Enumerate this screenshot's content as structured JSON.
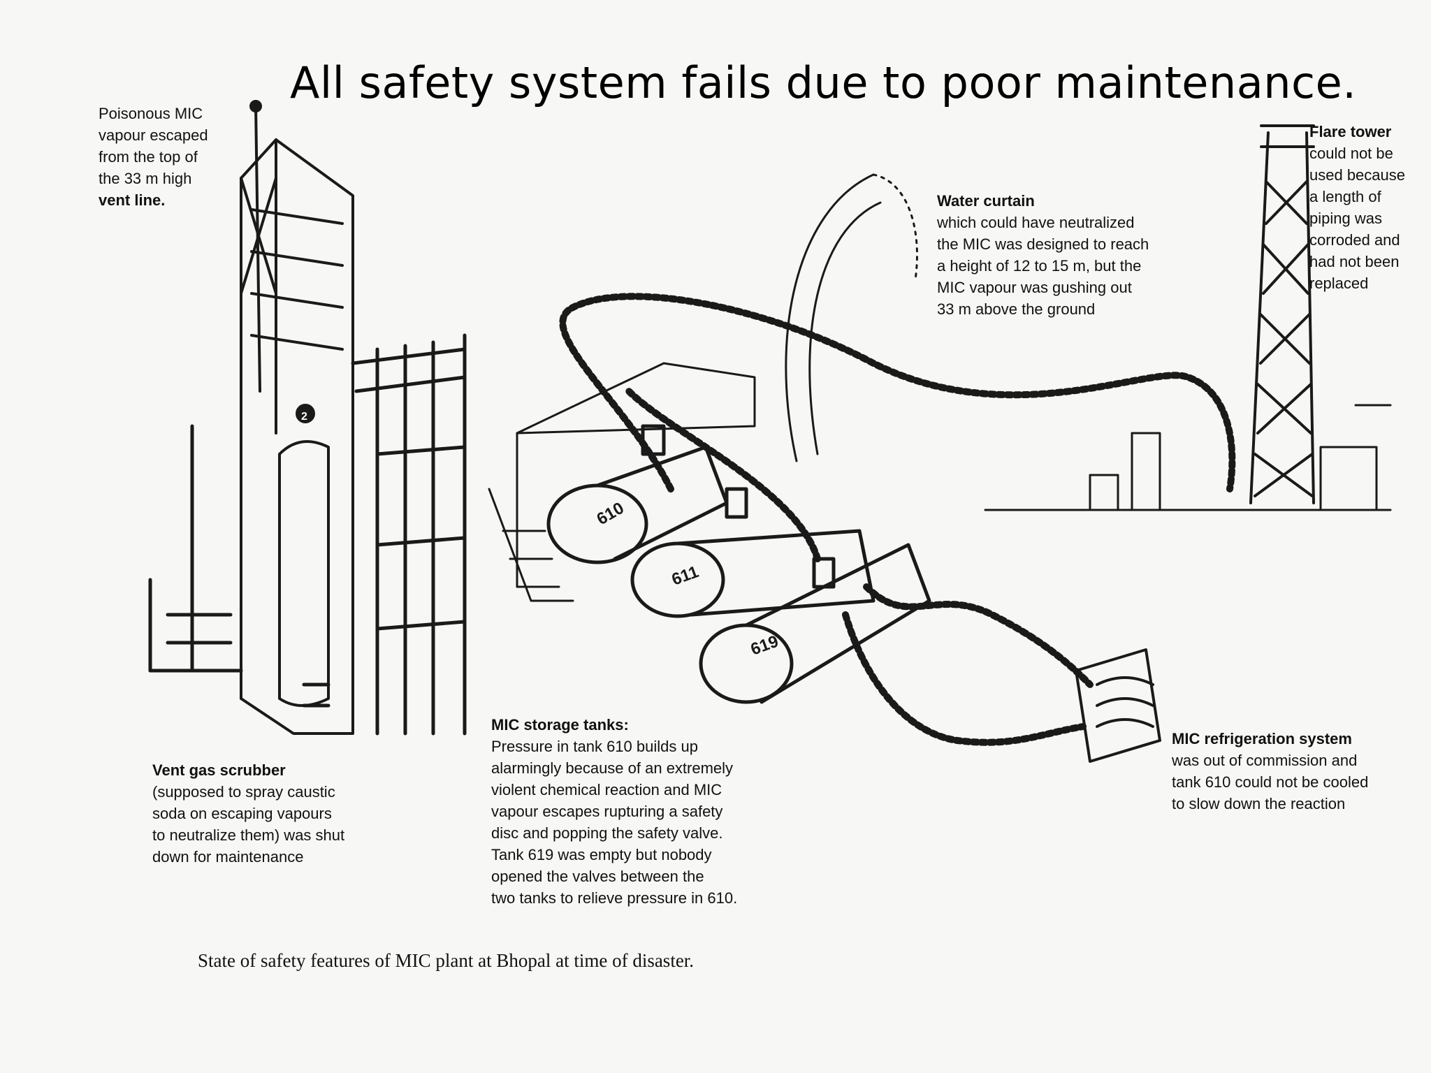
{
  "title": "All safety system fails due to poor maintenance.",
  "callouts": {
    "vent_line": {
      "lines": [
        "Poisonous MIC",
        "vapour escaped",
        "from the top of",
        "the 33 m high",
        "vent line."
      ]
    },
    "water_curtain": {
      "heading": "Water curtain",
      "lines": [
        "which could have neutralized",
        "the MIC was designed to reach",
        "a height of 12 to 15 m, but the",
        "MIC vapour was gushing out",
        "33 m above the ground"
      ]
    },
    "flare_tower": {
      "heading": "Flare tower",
      "lines": [
        "could not be",
        "used because",
        "a length of",
        "piping was",
        "corroded and",
        "had not been",
        "replaced"
      ]
    },
    "scrubber": {
      "heading": "Vent gas scrubber",
      "lines": [
        "(supposed to spray caustic",
        "soda on escaping vapours",
        "to neutralize them) was shut",
        "down for maintenance"
      ]
    },
    "storage": {
      "heading": "MIC storage tanks:",
      "lines": [
        "Pressure in tank 610 builds up",
        "alarmingly because of an extremely",
        "violent chemical reaction and MIC",
        "vapour escapes rupturing a safety",
        "disc and popping the safety valve.",
        "Tank 619 was empty but nobody",
        "opened the valves between the",
        "two tanks to relieve pressure in 610."
      ]
    },
    "refrigeration": {
      "heading": "MIC refrigeration system",
      "lines": [
        "was out of commission and",
        "tank 610 could not be cooled",
        "to slow down the reaction"
      ]
    }
  },
  "tank_labels": [
    "610",
    "611",
    "619"
  ],
  "scrubber_marker": "2",
  "caption": "State of safety features of MIC plant at Bhopal at time of disaster."
}
